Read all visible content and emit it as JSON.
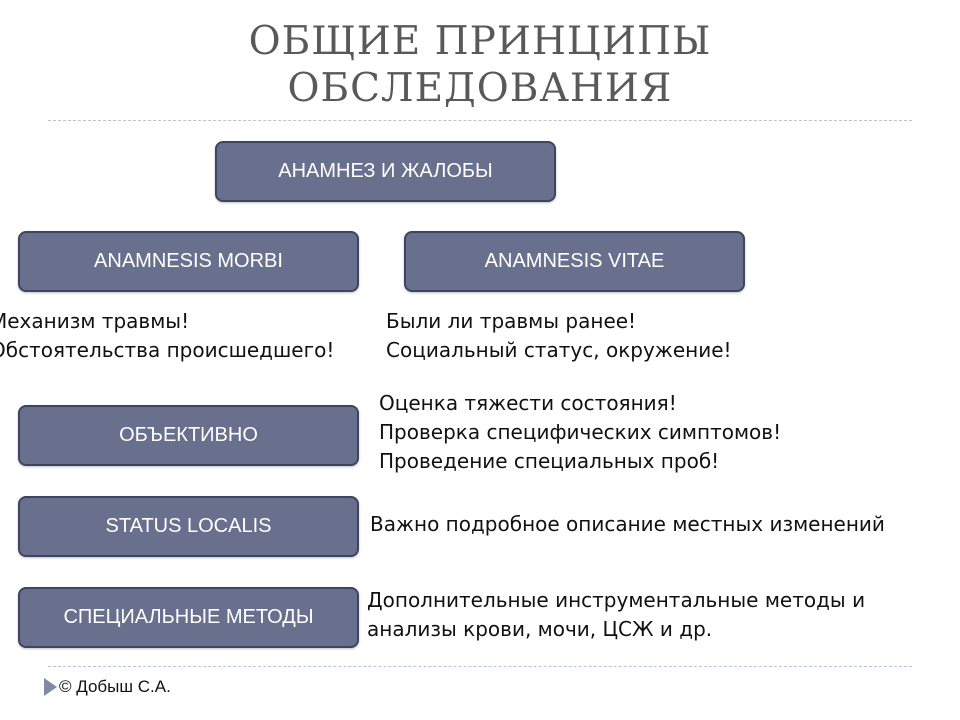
{
  "title": {
    "line1": "ОБЩИЕ ПРИНЦИПЫ",
    "line2": "ОБСЛЕДОВАНИЯ"
  },
  "boxes": {
    "anamnesis": "АНАМНЕЗ И ЖАЛОБЫ",
    "morbi": "ANAMNESIS MORBI",
    "vitae": "ANAMNESIS VITAE",
    "objective": "ОБЪЕКТИВНО",
    "status_localis": "STATUS LOCALIS",
    "special_methods": "СПЕЦИАЛЬНЫЕ МЕТОДЫ"
  },
  "notes": {
    "morbi": [
      "Механизм травмы!",
      "Обстоятельства происшедшего!"
    ],
    "vitae": [
      "Были ли травмы ранее!",
      "Социальный статус, окружение!"
    ],
    "objective": [
      "Оценка тяжести состояния!",
      "Проверка специфических симптомов!",
      "Проведение специальных проб!"
    ],
    "status_localis": [
      "Важно подробное описание местных изменений"
    ],
    "special_methods": [
      "Дополнительные инструментальные методы и",
      "анализы крови, мочи, ЦСЖ и др."
    ]
  },
  "footer": {
    "icon": "triangle-bullet-icon",
    "text": "© Добыш С.А."
  },
  "colors": {
    "box_fill": "#69708e",
    "box_border": "#3e4561",
    "title": "#595959",
    "divider": "#b9c3d6"
  }
}
